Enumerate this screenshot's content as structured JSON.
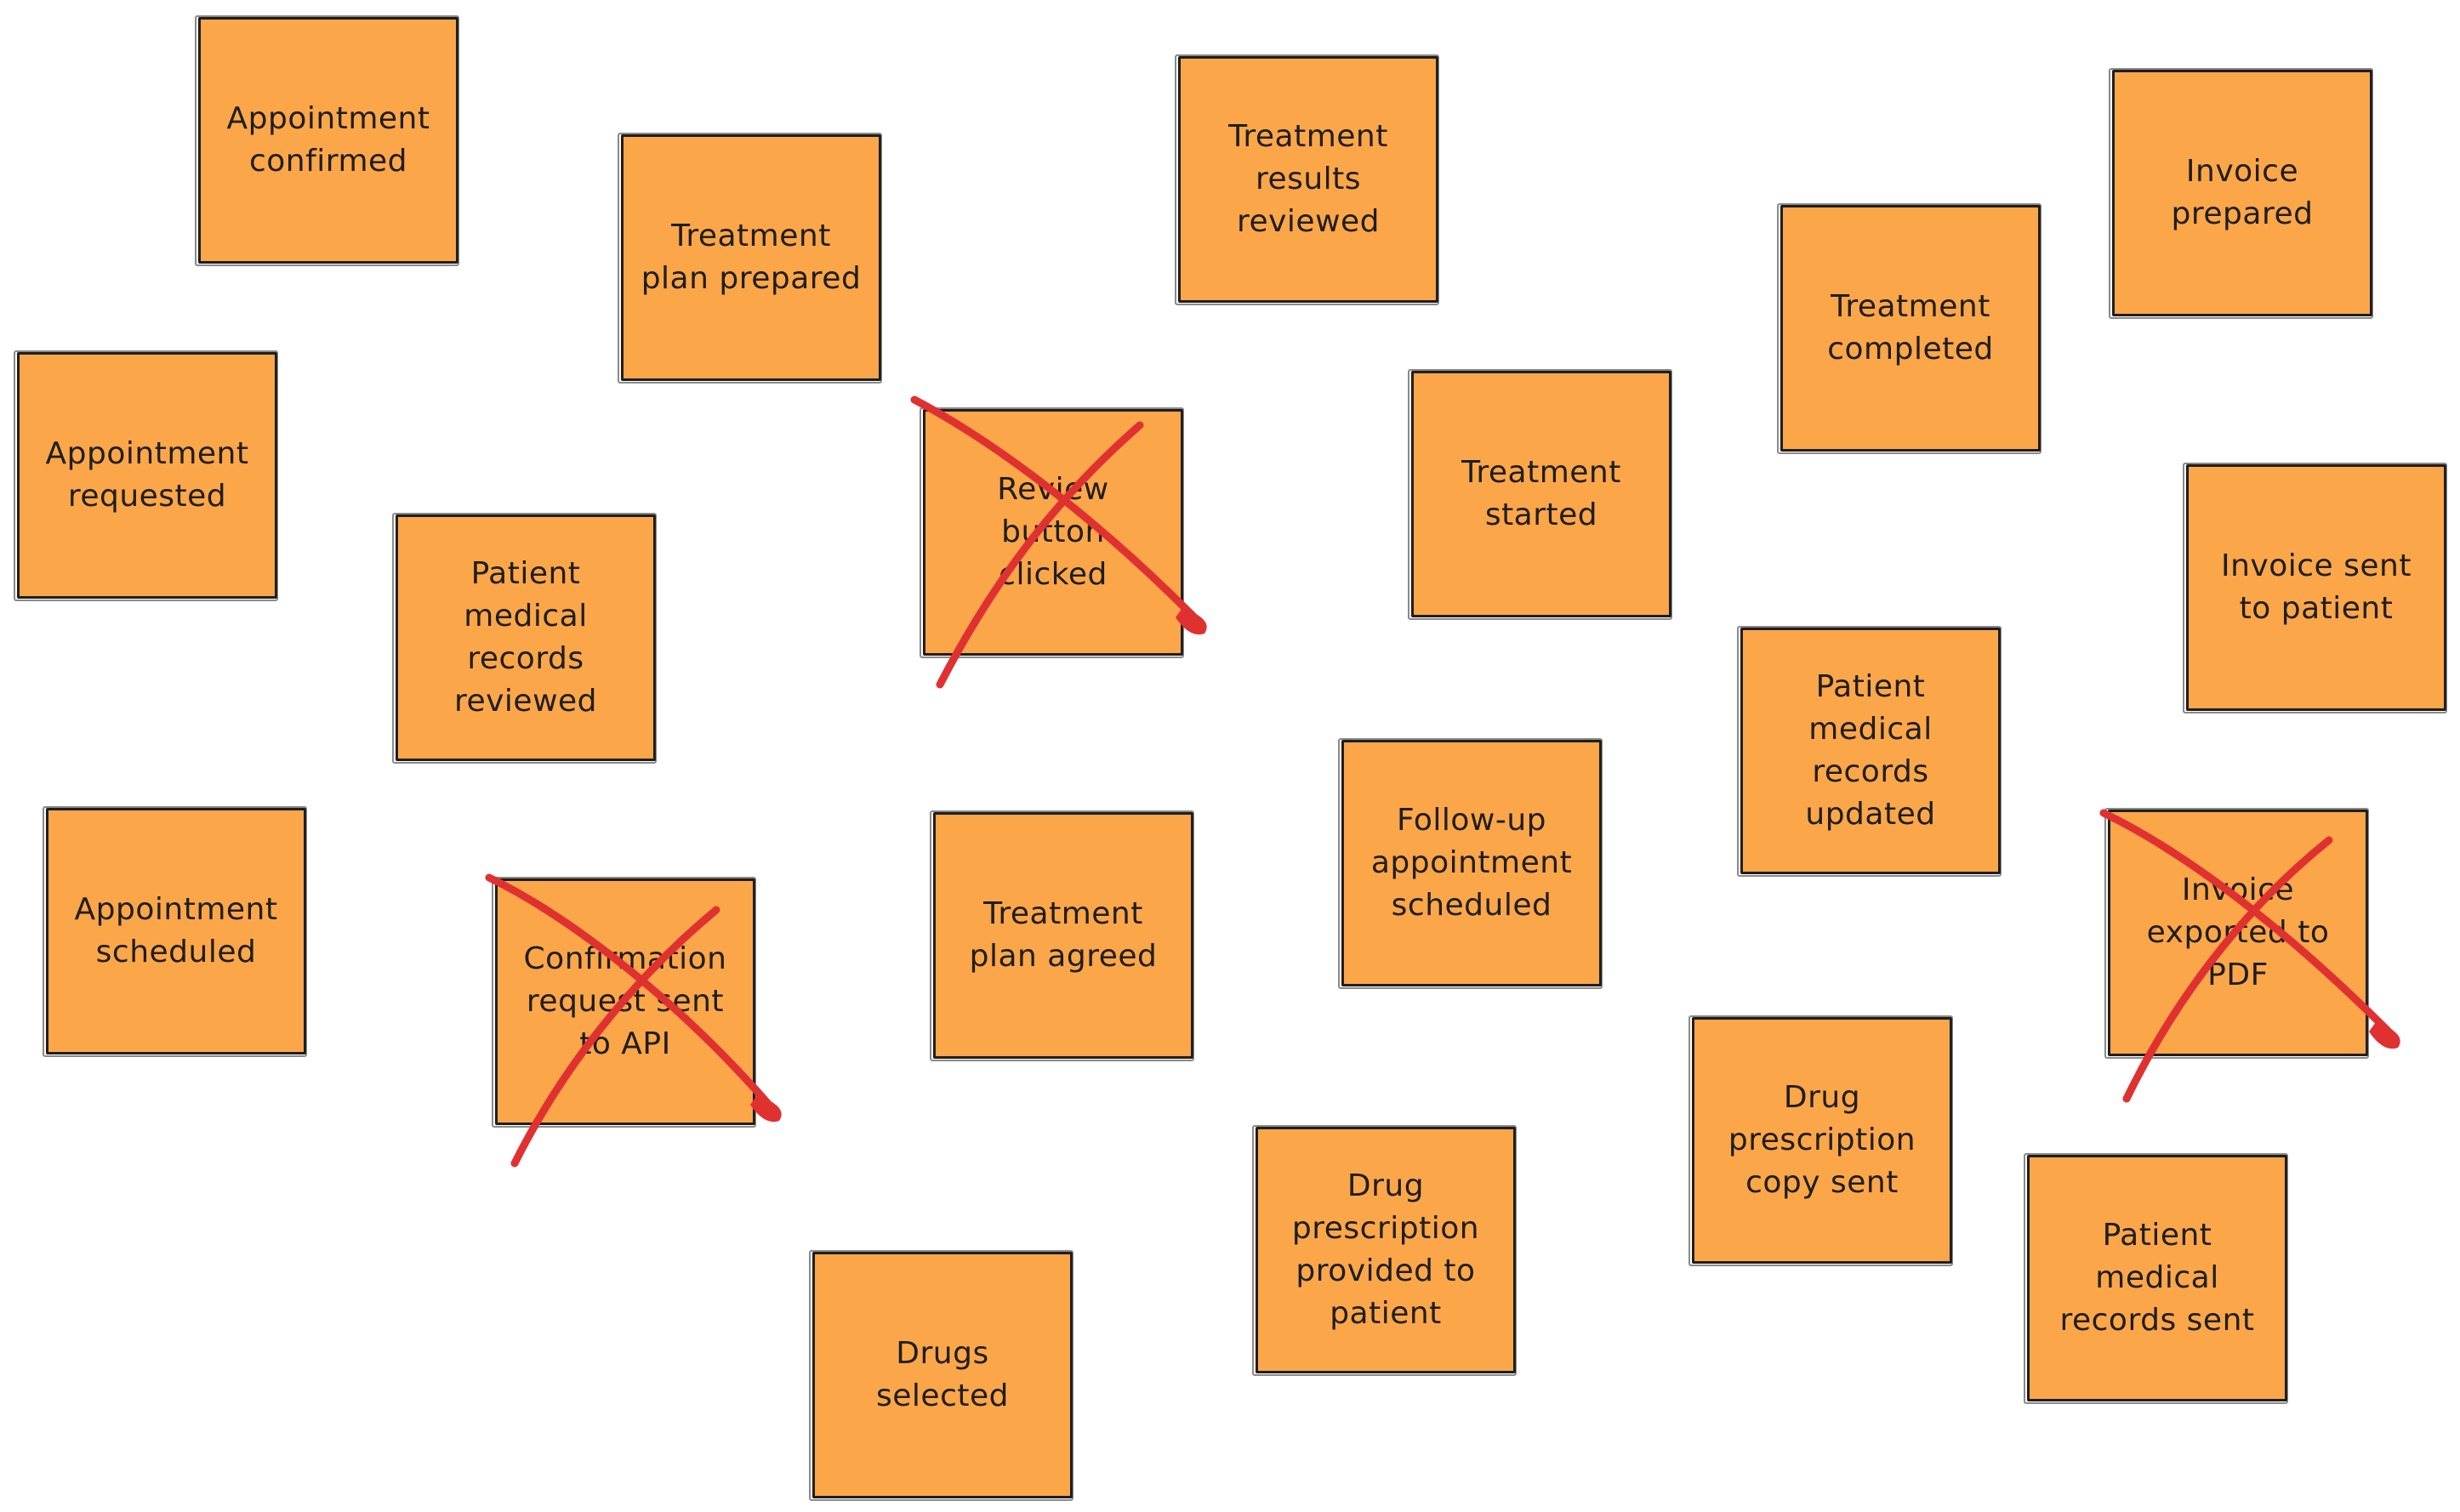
{
  "board": {
    "crossed_color": "#e03131",
    "note_color": "#fba649",
    "notes": [
      {
        "label": "Appointment\nconfirmed",
        "crossed": false
      },
      {
        "label": "Treatment\nplan prepared",
        "crossed": false
      },
      {
        "label": "Treatment\nresults\nreviewed",
        "crossed": false
      },
      {
        "label": "Invoice\nprepared",
        "crossed": false
      },
      {
        "label": "Treatment\ncompleted",
        "crossed": false
      },
      {
        "label": "Appointment\nrequested",
        "crossed": false
      },
      {
        "label": "Review button\nclicked",
        "crossed": true
      },
      {
        "label": "Treatment\nstarted",
        "crossed": false
      },
      {
        "label": "Invoice sent\nto patient",
        "crossed": false
      },
      {
        "label": "Patient\nmedical\nrecords\nreviewed",
        "crossed": false
      },
      {
        "label": "Patient\nmedical\nrecords\nupdated",
        "crossed": false
      },
      {
        "label": "Appointment\nscheduled",
        "crossed": false
      },
      {
        "label": "Follow-up\nappointment\nscheduled",
        "crossed": false
      },
      {
        "label": "Invoice\nexported to\nPDF",
        "crossed": true
      },
      {
        "label": "Treatment\nplan agreed",
        "crossed": false
      },
      {
        "label": "Confirmation\nrequest sent\nto API",
        "crossed": true
      },
      {
        "label": "Drug\nprescription\ncopy sent",
        "crossed": false
      },
      {
        "label": "Drug\nprescription\nprovided to\npatient",
        "crossed": false
      },
      {
        "label": "Patient\nmedical\nrecords sent",
        "crossed": false
      },
      {
        "label": "Drugs\nselected",
        "crossed": false
      }
    ]
  }
}
